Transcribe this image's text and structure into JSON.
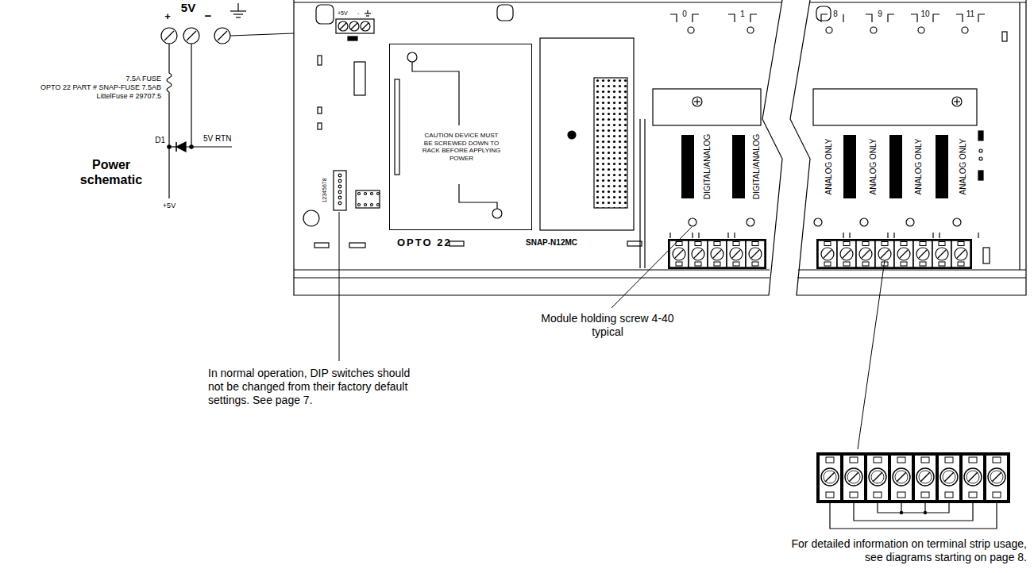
{
  "diagram": {
    "nodes": [
      {
        "text": [
          "CAUTION DEVICE MUST BE SCREWED DOWN TO RACK BEFORE APPLYING POWER"
        ]
      }
    ],
    "labels": [
      "5V",
      "+",
      "−",
      "7.5A FUSE",
      "OPTO 22 PART # SNAP-FUSE 7.5AB",
      "LittelFuse # 29707.5",
      "D1",
      "5V RTN",
      "+5V",
      "Power schematic",
      "+5V",
      "-",
      "12345678",
      "OPTO 22",
      "SNAP-N12MC",
      "0",
      "1",
      "8",
      "9",
      "10",
      "11",
      "DIGITAL/ANALOG",
      "DIGITAL/ANALOG",
      "ANALOG ONLY",
      "ANALOG ONLY",
      "ANALOG ONLY",
      "ANALOG ONLY",
      "Module holding screw 4-40 typical",
      "In normal operation, DIP switches should not be changed from their factory default settings. See page 7.",
      "For detailed information on terminal strip usage, see diagrams starting on page 8."
    ]
  }
}
